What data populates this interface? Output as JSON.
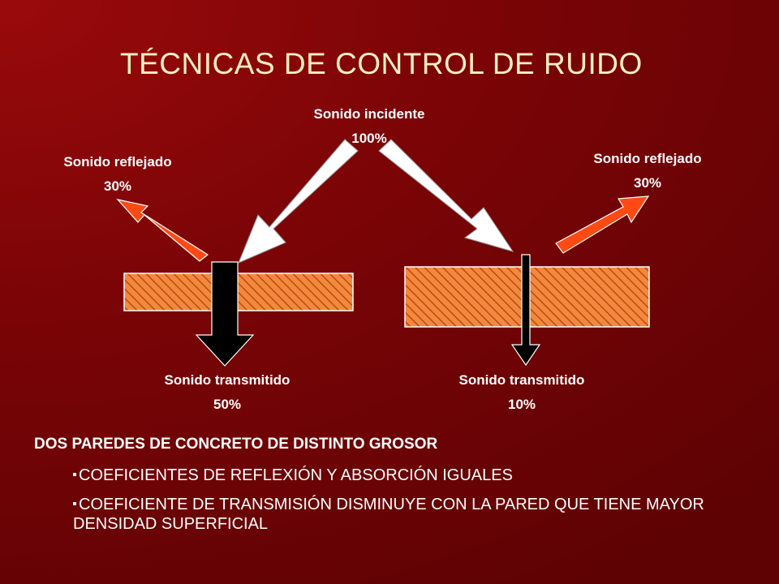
{
  "title": "TÉCNICAS DE CONTROL DE RUIDO",
  "diagram": {
    "incident": {
      "label": "Sonido incidente",
      "value": "100%"
    },
    "reflected_left": {
      "label": "Sonido reflejado",
      "value": "30%"
    },
    "reflected_right": {
      "label": "Sonido reflejado",
      "value": "30%"
    },
    "transmitted_left": {
      "label": "Sonido transmitido",
      "value": "50%"
    },
    "transmitted_right": {
      "label": "Sonido transmitido",
      "value": "10%"
    },
    "colors": {
      "wall_fill": "#f08a3c",
      "wall_hatch": "#c8441a",
      "reflected_arrow": "#ff4a14",
      "incident_arrow": "#ffffff",
      "transmitted_arrow": "#000000"
    }
  },
  "notes": {
    "heading": "DOS PAREDES DE CONCRETO DE DISTINTO GROSOR",
    "bullets": [
      "COEFICIENTES DE REFLEXIÓN Y ABSORCIÓN IGUALES",
      "COEFICIENTE DE TRANSMISIÓN DISMINUYE CON LA PARED QUE TIENE MAYOR DENSIDAD SUPERFICIAL"
    ]
  }
}
